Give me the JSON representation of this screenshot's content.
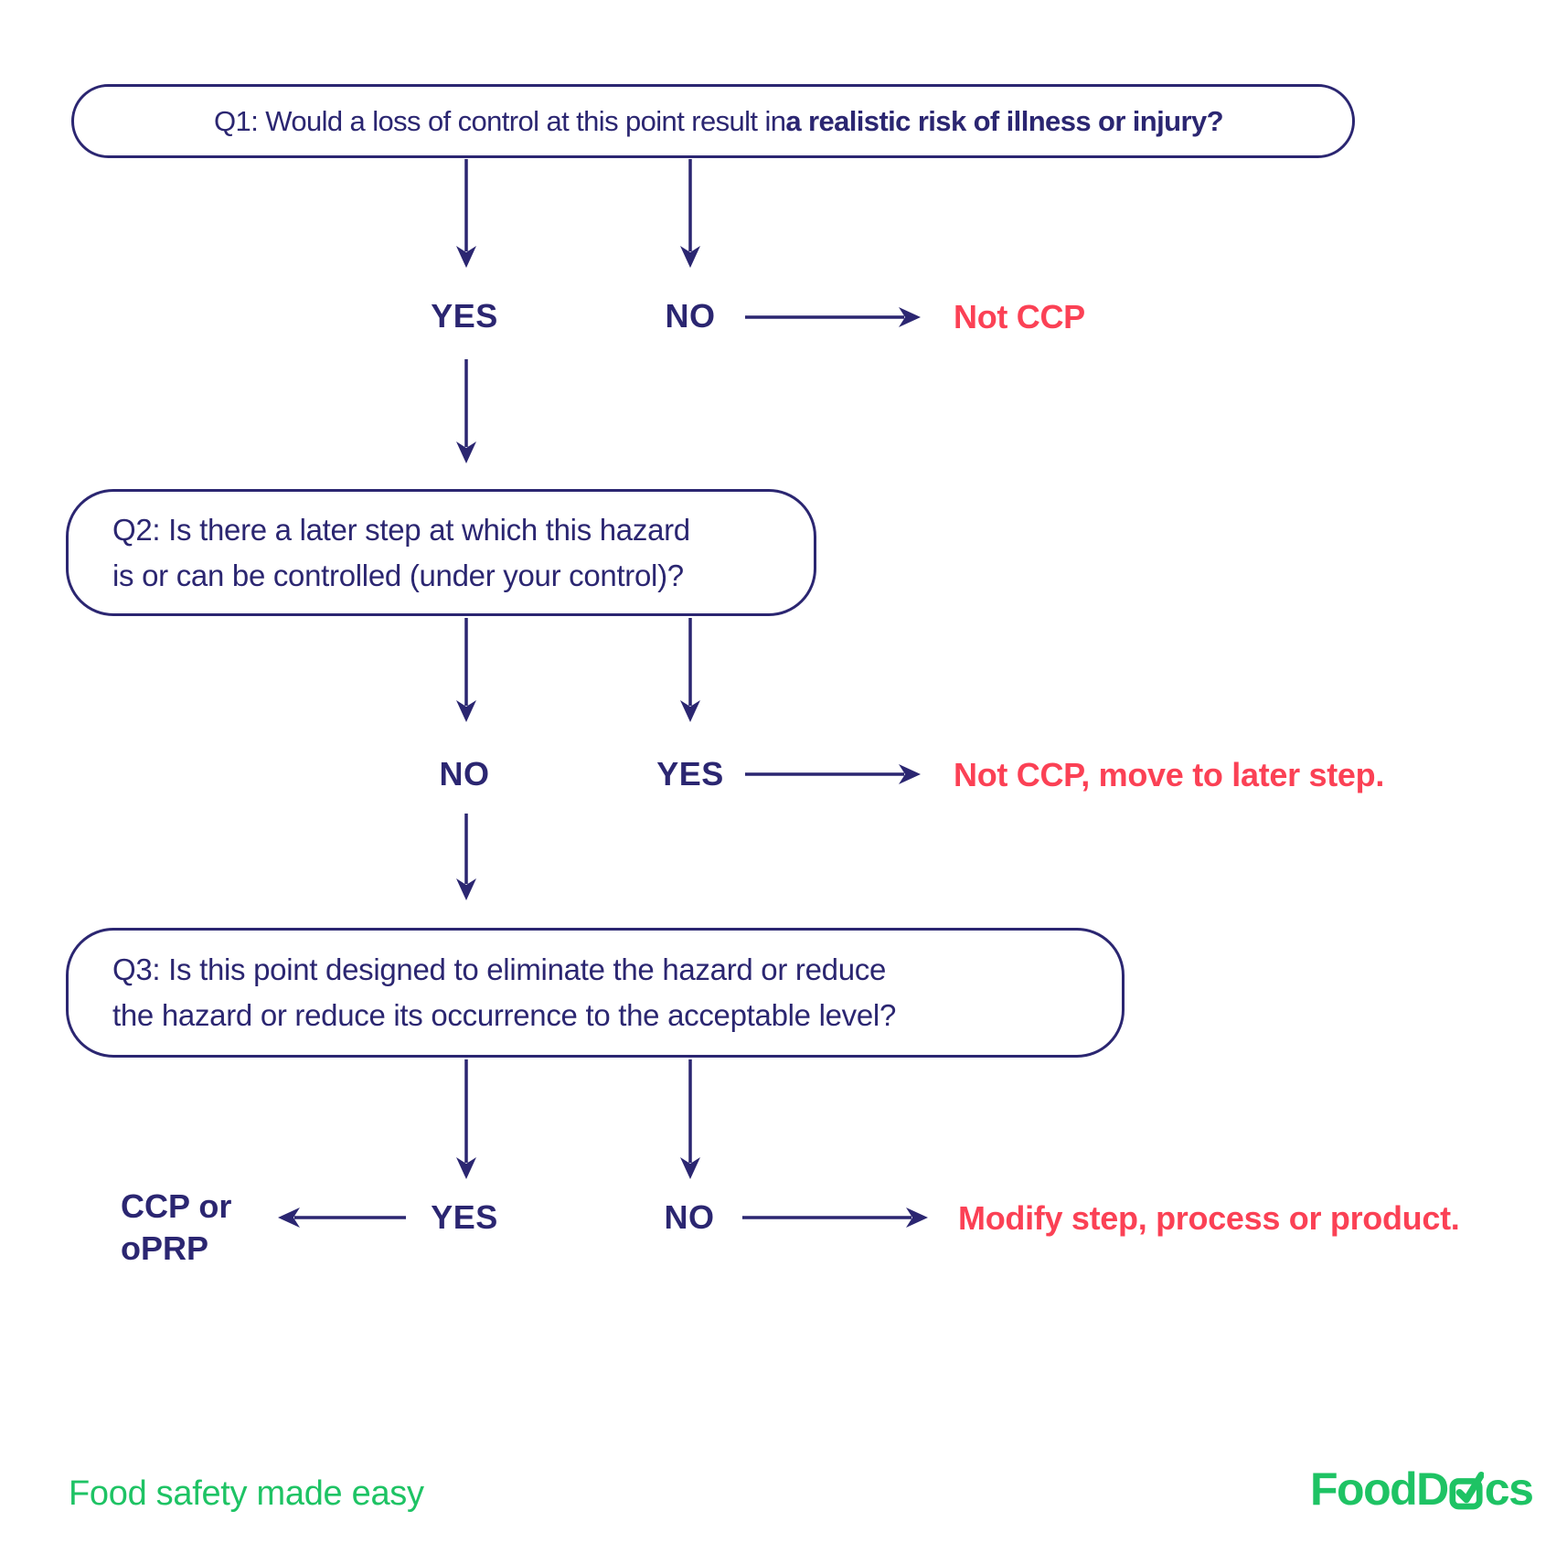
{
  "colors": {
    "navy": "#2b2671",
    "red": "#fb4155",
    "green": "#1ec364"
  },
  "q1": {
    "text_normal": "Q1: Would a loss of control at this point result in ",
    "text_bold": "a realistic risk of illness or injury?"
  },
  "q2": {
    "lines": [
      "Q2: Is there a later step at which this hazard",
      "is or can be controlled (under your control)?"
    ]
  },
  "q3": {
    "lines": [
      "Q3: Is this point designed to eliminate the hazard or reduce",
      "the hazard or reduce its occurrence to the acceptable level?"
    ]
  },
  "labels": {
    "yes": "YES",
    "no": "NO"
  },
  "outcomes": {
    "not_ccp": "Not CCP",
    "not_ccp_later": "Not CCP, move to later step.",
    "modify": "Modify step, process or product.",
    "ccp_line1": "CCP or",
    "ccp_line2": "oPRP"
  },
  "footer": {
    "tagline": "Food safety made easy",
    "logo_part1": "FoodD",
    "logo_part2": "cs"
  }
}
